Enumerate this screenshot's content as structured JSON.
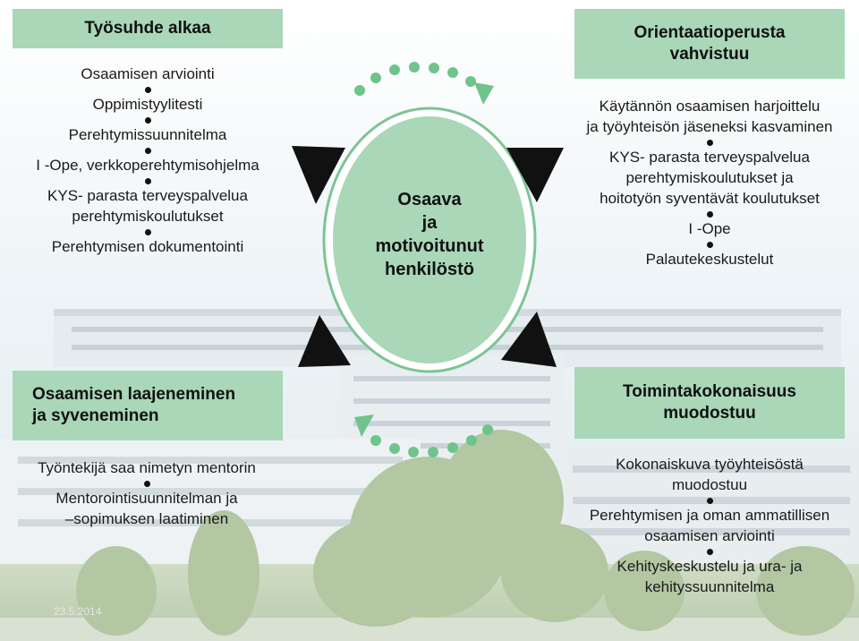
{
  "center": {
    "lines": [
      "Osaava",
      "ja",
      "motivoitunut",
      "henkilöstö"
    ]
  },
  "top_left": {
    "title": "Työsuhde alkaa",
    "items": [
      [
        "Osaamisen arviointi"
      ],
      [
        "Oppimistyylitesti"
      ],
      [
        "Perehtymissuunnitelma"
      ],
      [
        "I -Ope, verkkoperehtymisohjelma"
      ],
      [
        "KYS- parasta terveyspalvelua",
        "perehtymiskoulutukset"
      ],
      [
        "Perehtymisen dokumentointi"
      ]
    ]
  },
  "top_right": {
    "title": [
      "Orientaatioperusta",
      "vahvistuu"
    ],
    "items": [
      [
        "Käytännön osaamisen harjoittelu",
        "ja työyhteisön jäseneksi kasvaminen"
      ],
      [
        "KYS- parasta terveyspalvelua",
        "perehtymiskoulutukset ja",
        "hoitotyön syventävät koulutukset"
      ],
      [
        "I -Ope"
      ],
      [
        "Palautekeskustelut"
      ]
    ]
  },
  "bottom_left": {
    "title": [
      "Osaamisen laajeneminen",
      "ja syveneminen"
    ],
    "items": [
      [
        "Työntekijä saa nimetyn mentorin"
      ],
      [
        "Mentorointisuunnitelman ja",
        "–sopimuksen laatiminen"
      ]
    ]
  },
  "bottom_right": {
    "title": [
      "Toimintakokonaisuus",
      "muodostuu"
    ],
    "items": [
      [
        "Kokonaiskuva työyhteisöstä",
        "muodostuu"
      ],
      [
        "Perehtymisen ja oman ammatillisen",
        "osaamisen arviointi"
      ],
      [
        "Kehityskeskustelu ja ura- ja",
        "kehityssuunnitelma"
      ]
    ]
  },
  "footer": {
    "date": "23.5.2014"
  },
  "colors": {
    "box": "#a9d7b8",
    "circle": "#a9d7b8",
    "circle_ring": "#7cc496",
    "dots": "#6fc48c",
    "arrow": "#111111"
  }
}
